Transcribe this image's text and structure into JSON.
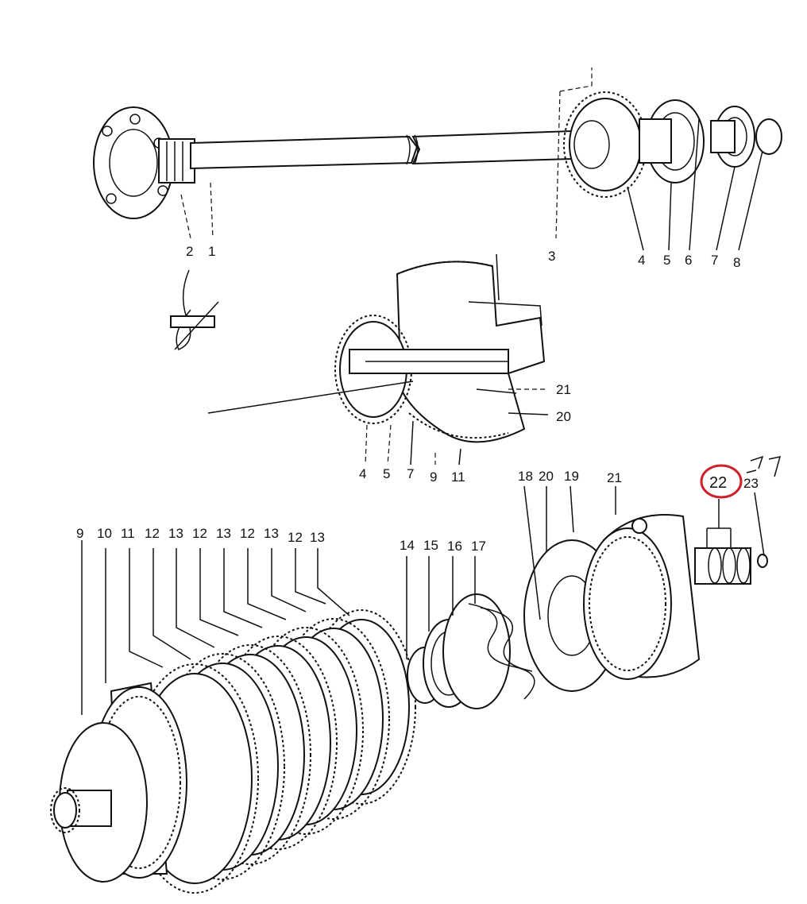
{
  "diagram": {
    "highlight_color": "#d0202a",
    "ink_color": "#111111",
    "callouts_top": [
      "2",
      "1",
      "3",
      "4",
      "5",
      "6",
      "7",
      "8"
    ],
    "callouts_middle": [
      "21",
      "20",
      "4",
      "5",
      "7",
      "9",
      "11"
    ],
    "callouts_lower_left": [
      "9",
      "10",
      "11",
      "12",
      "13",
      "12",
      "13",
      "12",
      "13",
      "12",
      "13"
    ],
    "callouts_lower_middle": [
      "14",
      "15",
      "16",
      "17",
      "18",
      "20",
      "19",
      "21"
    ],
    "callouts_lower_right": [
      "22",
      "23"
    ],
    "highlighted_callout": "22"
  }
}
